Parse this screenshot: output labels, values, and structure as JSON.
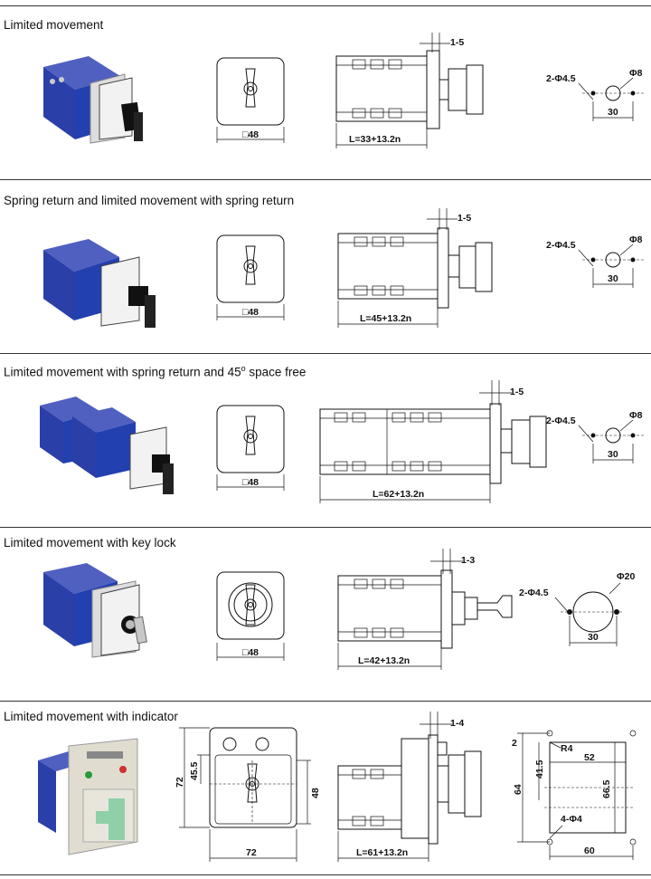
{
  "sections": [
    {
      "title": "Limited movement",
      "square": "□48",
      "length": "L=33+13.2n",
      "gap": "1-5",
      "holes": "2-Φ4.5",
      "center": "Φ8",
      "pitch": "30"
    },
    {
      "title": "Spring return and limited movement with spring return",
      "square": "□48",
      "length": "L=45+13.2n",
      "gap": "1-5",
      "holes": "2-Φ4.5",
      "center": "Φ8",
      "pitch": "30"
    },
    {
      "title": "Limited movement with spring return  and 45",
      "title_sup": "o",
      "title_suffix": " space free",
      "square": "□48",
      "length": "L=62+13.2n",
      "gap": "1-5",
      "holes": "2-Φ4.5",
      "center": "Φ8",
      "pitch": "30"
    },
    {
      "title": "Limited movement with key lock",
      "square": "□48",
      "length": "L=42+13.2n",
      "gap": "1-3",
      "holes": "2-Φ4.5",
      "center": "Φ20",
      "pitch": "30"
    },
    {
      "title": "Limited movement with indicator",
      "width": "72",
      "height": "72",
      "upper": "45.5",
      "lower": "48",
      "length": "L=61+13.2n",
      "gap": "1-4",
      "cut_top": "2",
      "radius": "R4",
      "cut_h1": "41.5",
      "cut_w": "52",
      "cut_h2": "66.5",
      "cut_h3": "64",
      "holes": "4-Φ4",
      "cut_pitch": "60"
    }
  ],
  "colors": {
    "switch_blue": "#2b3fa8",
    "knob": "#111111",
    "plate": "#e8e8e8",
    "rule": "#333333"
  }
}
